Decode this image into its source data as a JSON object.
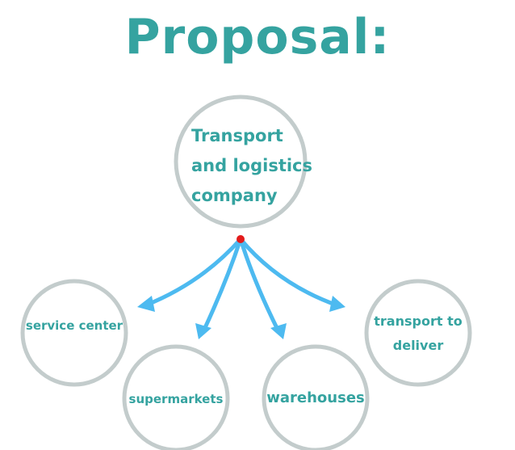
{
  "title": "Proposal:",
  "colors": {
    "text": "#35a3a0",
    "circle_stroke": "#c3cccc",
    "arrow": "#4dbaf0",
    "origin_dot": "#e31b1b"
  },
  "center_node": {
    "label": "Transport\nand logistics\ncompany"
  },
  "branches": [
    {
      "label": "service center"
    },
    {
      "label": "supermarkets"
    },
    {
      "label": "warehouses"
    },
    {
      "label": "transport to\ndeliver"
    }
  ]
}
